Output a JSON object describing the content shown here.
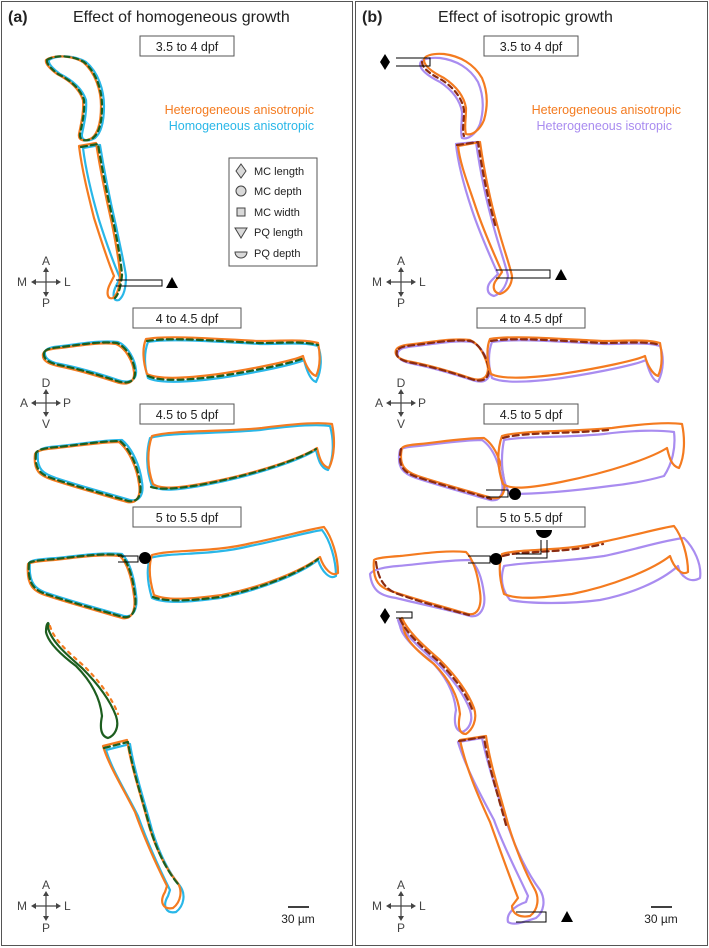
{
  "colors": {
    "heterogeneous_anisotropic": "#f47b20",
    "homogeneous_anisotropic": "#29b7e8",
    "heterogeneous_isotropic": "#a98cf0",
    "overlap_a": "#1d5e1f",
    "overlap_b": "#8b2c12",
    "marker": "#000000"
  },
  "panels": {
    "a": {
      "letter": "(a)",
      "title": "Effect of homogeneous growth",
      "legend": {
        "series1": "Heterogeneous anisotropic",
        "series2": "Homogeneous anisotropic"
      }
    },
    "b": {
      "letter": "(b)",
      "title": "Effect of isotropic growth",
      "legend": {
        "series1": "Heterogeneous anisotropic",
        "series2": "Heterogeneous isotropic"
      }
    }
  },
  "stages": {
    "s1": "3.5 to 4 dpf",
    "s2": "4 to 4.5 dpf",
    "s3": "4.5 to 5 dpf",
    "s4": "5 to 5.5 dpf"
  },
  "measurement_key": {
    "mc_length": "MC length",
    "mc_depth": "MC depth",
    "mc_width": "MC width",
    "pq_length": "PQ length",
    "pq_depth": "PQ depth"
  },
  "orientation": {
    "a": "A",
    "p": "P",
    "m": "M",
    "l": "L",
    "d": "D",
    "v": "V"
  },
  "scale_bar": "30 µm"
}
